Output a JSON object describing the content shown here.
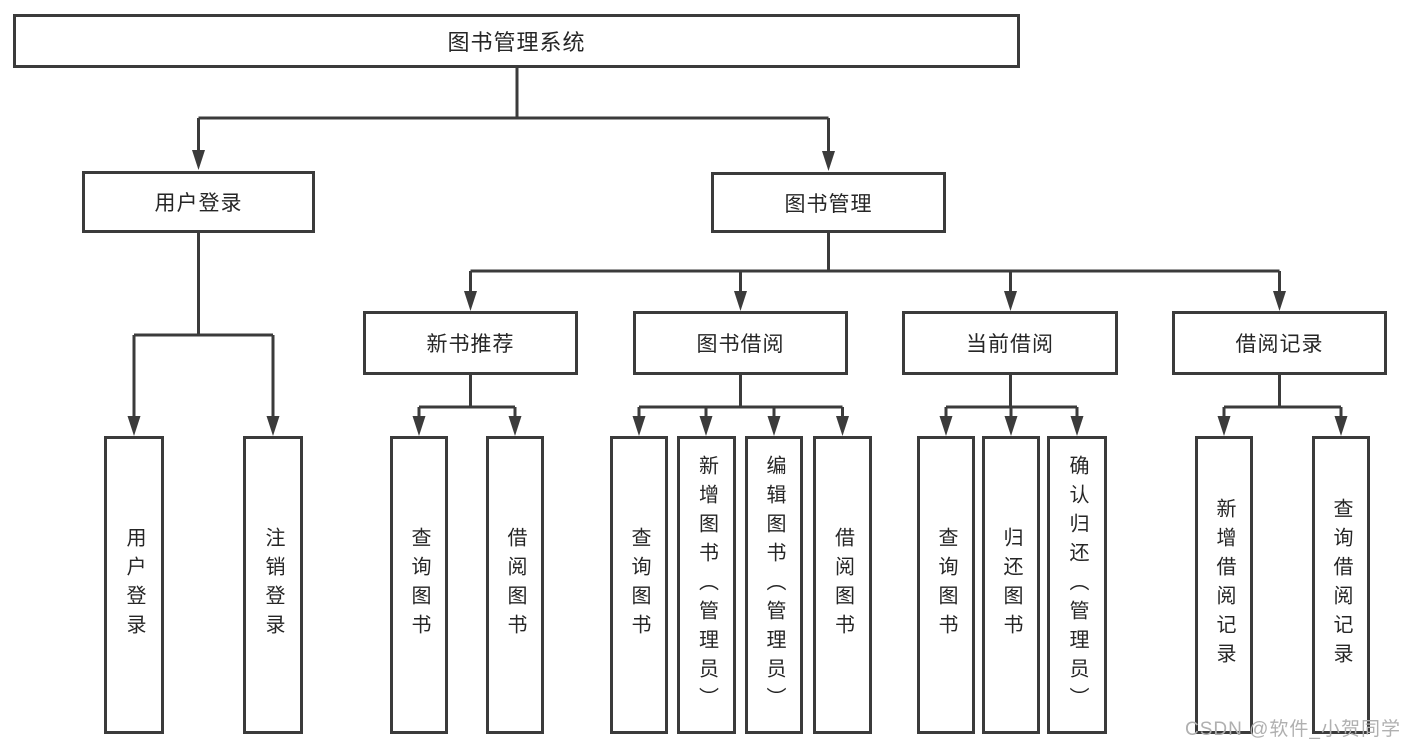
{
  "diagram": {
    "colors": {
      "line": "#3b3b3b",
      "text": "#262626",
      "background": "#ffffff",
      "watermark": "#b0b0b0"
    },
    "watermark": "CSDN @软件_小贺同学",
    "nodes": {
      "root": {
        "label": "图书管理系统"
      },
      "user_login": {
        "label": "用户登录"
      },
      "book_mgmt": {
        "label": "图书管理"
      },
      "new_book": {
        "label": "新书推荐"
      },
      "book_borrow": {
        "label": "图书借阅"
      },
      "current_borrow": {
        "label": "当前借阅"
      },
      "borrow_records": {
        "label": "借阅记录"
      },
      "leaf_user_login": {
        "label": "用户登录"
      },
      "leaf_logout": {
        "label": "注销登录"
      },
      "leaf_nb_query": {
        "label": "查询图书"
      },
      "leaf_nb_borrow": {
        "label": "借阅图书"
      },
      "leaf_bb_query": {
        "label": "查询图书"
      },
      "leaf_bb_add": {
        "label": "新增图书（管理员）"
      },
      "leaf_bb_edit": {
        "label": "编辑图书（管理员）"
      },
      "leaf_bb_borrow": {
        "label": "借阅图书"
      },
      "leaf_cb_query": {
        "label": "查询图书"
      },
      "leaf_cb_return": {
        "label": "归还图书"
      },
      "leaf_cb_confirm": {
        "label": "确认归还（管理员）"
      },
      "leaf_br_add": {
        "label": "新增借阅记录"
      },
      "leaf_br_query": {
        "label": "查询借阅记录"
      }
    },
    "hierarchy": {
      "图书管理系统": {
        "用户登录": [
          "用户登录",
          "注销登录"
        ],
        "图书管理": {
          "新书推荐": [
            "查询图书",
            "借阅图书"
          ],
          "图书借阅": [
            "查询图书",
            "新增图书（管理员）",
            "编辑图书（管理员）",
            "借阅图书"
          ],
          "当前借阅": [
            "查询图书",
            "归还图书",
            "确认归还（管理员）"
          ],
          "借阅记录": [
            "新增借阅记录",
            "查询借阅记录"
          ]
        }
      }
    }
  }
}
